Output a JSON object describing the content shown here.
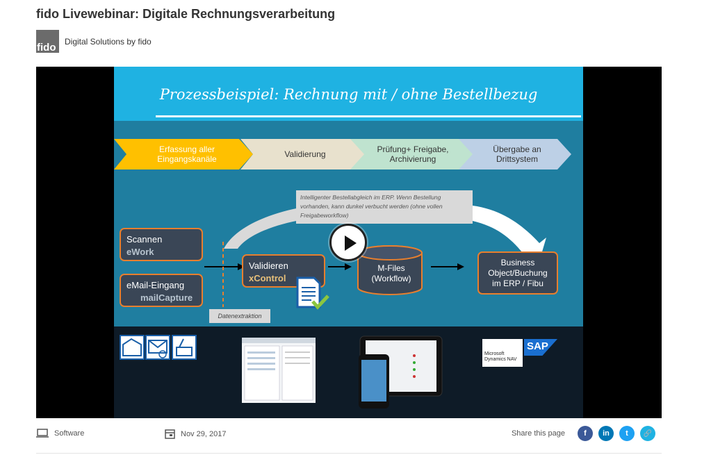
{
  "page": {
    "title": "fido Livewebinar: Digitale Rechnungsverarbeitung",
    "channel": {
      "logo_text": "fido",
      "name": "Digital Solutions by fido"
    }
  },
  "slide": {
    "title": "Prozessbeispiel: Rechnung mit / ohne Bestellbezug",
    "steps": [
      {
        "label": "Erfassung aller Eingangskanäle",
        "color": "#ffc000"
      },
      {
        "label": "Validierung",
        "color": "#e8e1cd"
      },
      {
        "label": "Prüfung+ Freigabe, Archivierung",
        "color": "#bfe3cf"
      },
      {
        "label": "Übergabe an Drittsystem",
        "color": "#bdd0e6"
      }
    ],
    "callout": "Intelligenter Bestellabgleich im ERP. Wenn Bestellung vorhanden, kann dunkel verbucht werden (ohne vollen Freigabeworkflow)",
    "boxes": {
      "scannen": {
        "title": "Scannen",
        "sub": "eWork"
      },
      "email": {
        "title": "eMail-Eingang",
        "sub": "mailCapture"
      },
      "validieren": {
        "title": "Validieren",
        "sub": "xControl"
      },
      "mfiles": "M-Files (Workflow)",
      "business": "Business Object/Buchung im ERP / Fibu"
    },
    "datenextraktion": "Datenextraktion",
    "logos": {
      "microsoft": "Microsoft Dynamics NAV",
      "sap": "SAP"
    }
  },
  "meta": {
    "category": "Software",
    "date": "Nov 29, 2017"
  },
  "share": {
    "label": "Share this page",
    "buttons": [
      {
        "name": "facebook",
        "glyph": "f",
        "color": "#3b5998"
      },
      {
        "name": "linkedin",
        "glyph": "in",
        "color": "#0077b5"
      },
      {
        "name": "twitter",
        "glyph": "t",
        "color": "#1da1f2"
      },
      {
        "name": "link",
        "glyph": "🔗",
        "color": "#1fb2e2"
      }
    ]
  },
  "colors": {
    "slide_blue": "#1f7ea0",
    "header_blue": "#1fb2e2",
    "box_border": "#e87f2e"
  }
}
